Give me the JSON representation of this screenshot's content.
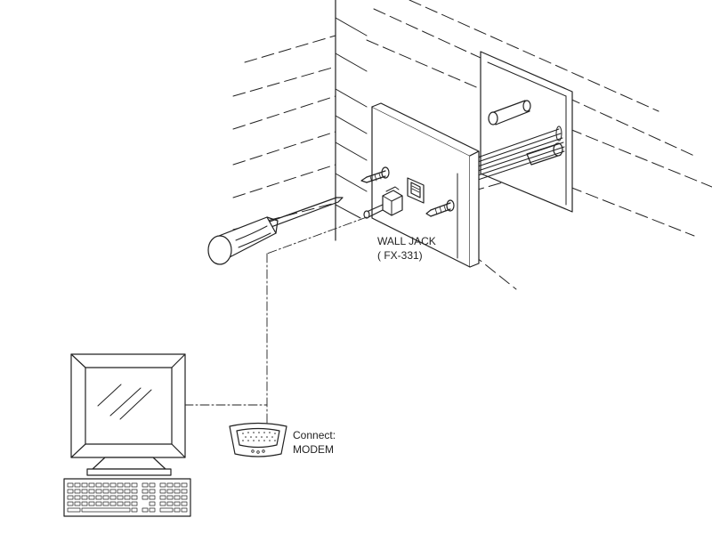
{
  "labels": {
    "wall_jack": "WALL JACK",
    "wall_jack_model": "( FX-331)",
    "connect": "Connect:",
    "device": "MODEM"
  },
  "colors": {
    "line": "#222222",
    "background": "#ffffff"
  }
}
